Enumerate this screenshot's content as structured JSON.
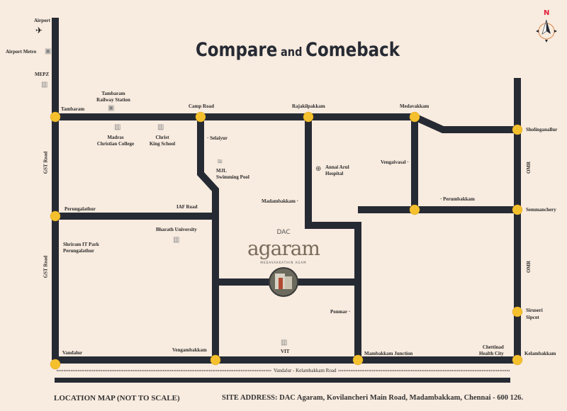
{
  "title": {
    "part1": "Compare",
    "part2": "and",
    "part3": "Comeback"
  },
  "compass": {
    "label": "N"
  },
  "logo": {
    "brand": "DAC",
    "name": "agaram",
    "tagline": "MEDAVAKKATHIN AGAM"
  },
  "roads": {
    "gst_road_upper": "GST Road",
    "gst_road_lower": "GST Road",
    "omr_upper": "OMR",
    "omr_lower": "OMR",
    "iaf_road": "IAF Road",
    "vandalur_kelambakkam": "Vandalur - Kelambakkam Road"
  },
  "junctions": {
    "tambaram": "Tambaram",
    "camp_road": "Camp Road",
    "rajakilpakkam": "Rajakilpakkam",
    "medavakkam": "Medavakkam",
    "sholinganallur": "Sholinganallur",
    "perungalathur": "Perungalathur",
    "semmanchery": "Semmanchery",
    "siruseri": "Siruseri Sipcot",
    "vandalur": "Vandalur",
    "vengambakkam": "Vengambakkam",
    "mambakkam": "Mambakkam Junction",
    "kelambakkam": "Kelambakkam"
  },
  "places": {
    "airport": "Airport",
    "airport_metro": "Airport Metro",
    "mepz": "MEPZ",
    "tambaram_station_1": "Tambaram",
    "tambaram_station_2": "Railway Station",
    "mcc_1": "Madras",
    "mcc_2": "Christian College",
    "christ_1": "Christ",
    "christ_2": "King School",
    "selaiyur": "Selaiyur",
    "mjl_1": "MJL",
    "mjl_2": "Swimming Pool",
    "annai_1": "Annai Arul",
    "annai_2": "Hospital",
    "vengaivasal": "Vengaivasal",
    "madambakkam": "Madambakkam",
    "perumbakkam": "Perumbakkam",
    "bharath": "Bharath University",
    "shriram_1": "Shriram IT Park",
    "shriram_2": "Perungalathur",
    "ponmar": "Ponmar",
    "vit": "VIT",
    "chettinad_1": "Chettinad",
    "chettinad_2": "Health City"
  },
  "footer": {
    "left": "LOCATION MAP (NOT TO SCALE)",
    "right": "SITE ADDRESS: DAC Agaram, Kovilancheri Main Road, Madambakkam, Chennai - 600 126."
  },
  "colors": {
    "background": "#f8ebdf",
    "road": "#262a33",
    "junction": "#f5c02e",
    "accent": "#e8875a",
    "north": "#e0203a"
  }
}
